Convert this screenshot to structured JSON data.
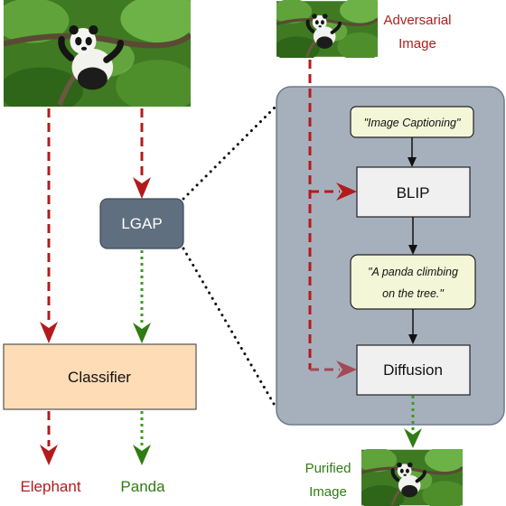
{
  "labels": {
    "adversarial_line1": "Adversarial",
    "adversarial_line2": "Image",
    "lgap": "LGAP",
    "classifier": "Classifier",
    "prompt_task": "\"Image Captioning\"",
    "blip": "BLIP",
    "caption_line1": "\"A panda climbing",
    "caption_line2": "on the tree.\"",
    "diffusion": "Diffusion",
    "purified_line1": "Purified",
    "purified_line2": "Image",
    "output_left": "Elephant",
    "output_right": "Panda"
  },
  "colors": {
    "dark_red": "#b31b1b",
    "muted_red": "#a24a55",
    "green": "#3e9a1f",
    "dark_green": "#2e7d12",
    "panel": "#a6b0bd",
    "panel_stroke": "#6f7b89",
    "lgap_fill": "#5f6f80",
    "classifier_fill": "#fddcb6",
    "caption_fill": "#f4f6d8",
    "node_fill": "#f0f0f0"
  },
  "icons": {
    "image_thumbnail": "panda-in-tree-photo"
  }
}
